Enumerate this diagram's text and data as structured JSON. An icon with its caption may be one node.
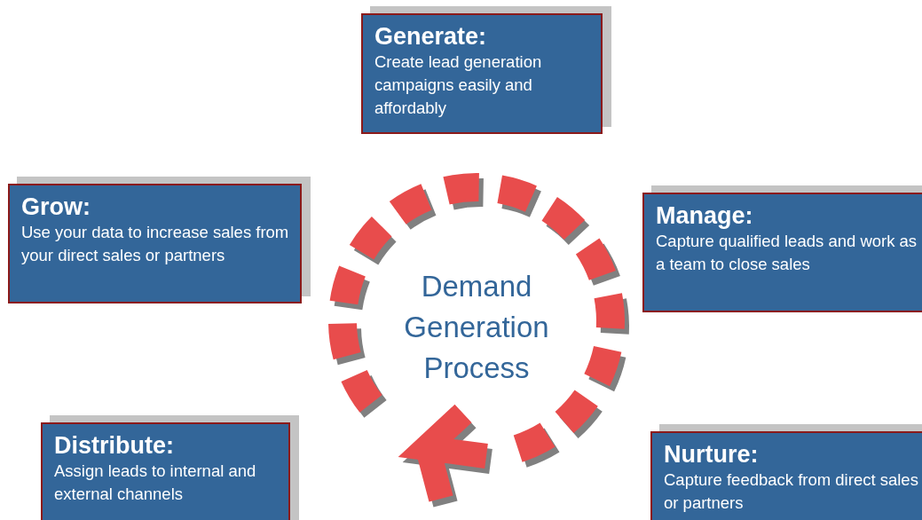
{
  "diagram": {
    "nodes": [
      {
        "text": [
          "Generate:",
          "Create lead generation campaigns easily and affordably"
        ]
      },
      {
        "text": [
          "Grow:",
          "Use your data to increase sales from your direct sales or partners"
        ]
      },
      {
        "text": [
          "Manage:",
          "Capture qualified leads and work as a team to close sales"
        ]
      },
      {
        "text": [
          "Demand Generation Process"
        ]
      },
      {
        "text": [
          "Distribute:",
          "Assign leads to internal and external channels"
        ]
      },
      {
        "text": [
          "Nurture:",
          "Capture feedback from direct sales or partners"
        ]
      }
    ]
  }
}
